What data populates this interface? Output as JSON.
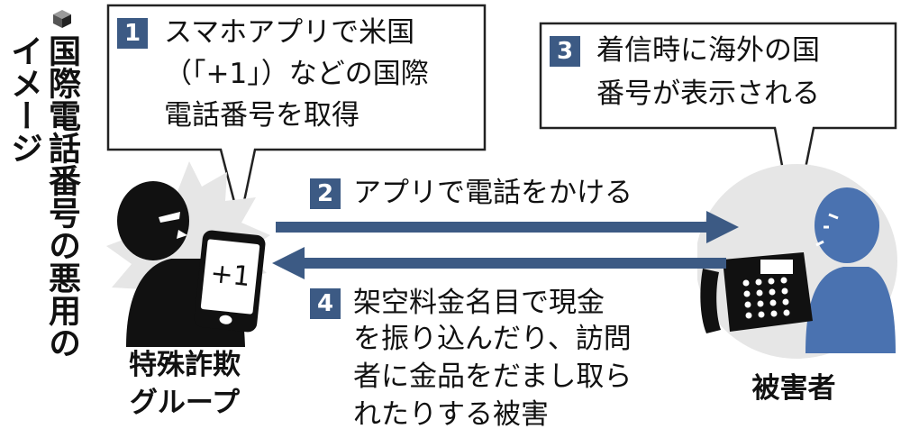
{
  "title": {
    "line1": "国際電話番号の悪用の",
    "line2": "イメージ"
  },
  "steps": [
    {
      "num": "1",
      "lines": [
        "スマホアプリで米国",
        "（「+1」）などの国際",
        "電話番号を取得"
      ]
    },
    {
      "num": "2",
      "lines": [
        "アプリで電話をかける"
      ]
    },
    {
      "num": "3",
      "lines": [
        "着信時に海外の国",
        "番号が表示される"
      ]
    },
    {
      "num": "4",
      "lines": [
        "架空料金名目で現金",
        "を振り込んだり、訪問",
        "者に金品をだまし取ら",
        "れたりする被害"
      ]
    }
  ],
  "phone_screen": "+1",
  "left_label": [
    "特殊詐欺",
    "グループ"
  ],
  "right_label": "被害者",
  "colors": {
    "accent": "#3c5a84",
    "victim": "#4a72b0",
    "fraudster": "#111111"
  }
}
